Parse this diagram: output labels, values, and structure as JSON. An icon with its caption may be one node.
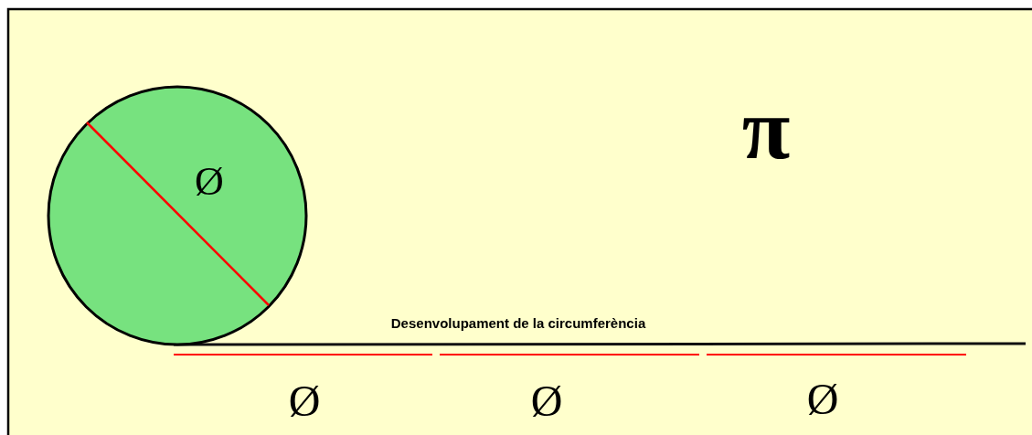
{
  "diagram": {
    "nodes": [
      {
        "text": [
          "Ø"
        ]
      }
    ],
    "labels": [
      "π",
      "Desenvolupament de la circumferència",
      "Ø",
      "Ø",
      "Ø"
    ]
  }
}
